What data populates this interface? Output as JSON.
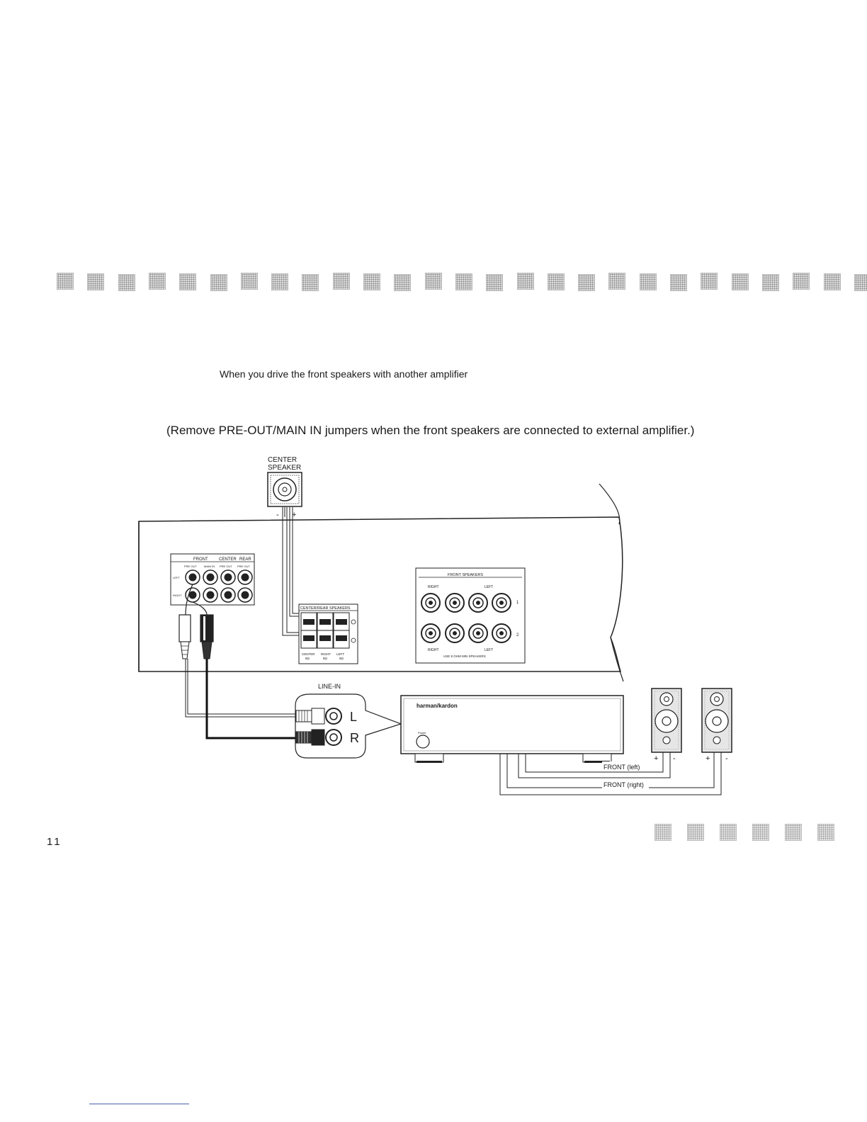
{
  "heading": "When you drive the front speakers with another amplifier",
  "note": "(Remove PRE-OUT/MAIN IN jumpers when the front speakers are connected to external amplifier.)",
  "page_number": "11",
  "diagram": {
    "center_speaker_label_1": "CENTER",
    "center_speaker_label_2": "SPEAKER",
    "minus": "-",
    "plus": "+",
    "preout_panel": {
      "front": "FRONT",
      "center": "CENTER",
      "rear": "REAR",
      "pre_out": "PRE OUT",
      "main_in": "MAIN IN",
      "pre_out_2": "PRE OUT",
      "pre_out_3": "PRE OUT",
      "left": "LEFT",
      "right": "RIGHT"
    },
    "center_rear_panel": {
      "title": "CENTER/REAR SPEAKERS",
      "center": "CENTER",
      "right": "RIGHT",
      "left": "LEFT",
      "ohm_1": "8Ω",
      "ohm_2": "8Ω",
      "ohm_3": "8Ω"
    },
    "front_speakers_panel": {
      "title": "FRONT SPEAKERS",
      "right": "RIGHT",
      "left": "LEFT",
      "row_1": "1",
      "row_2": "2",
      "note": "USE 8 OHM MIN SPEAKERS"
    },
    "line_in": "LINE-IN",
    "l": "L",
    "r": "R",
    "amp_brand": "harman/kardon",
    "power": "Power",
    "front_left": "FRONT (left)",
    "front_right": "FRONT (right)"
  }
}
